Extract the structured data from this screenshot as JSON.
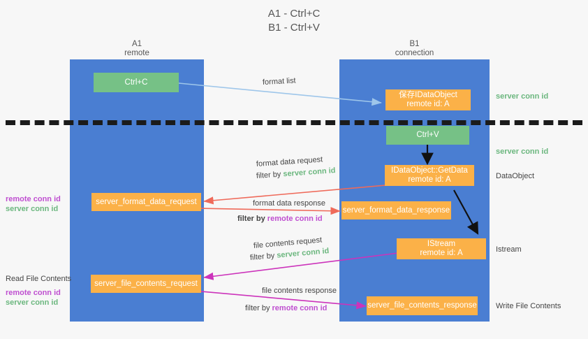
{
  "title": {
    "line1": "A1 - Ctrl+C",
    "line2": "B1 - Ctrl+V"
  },
  "lanes": [
    {
      "name": "A1",
      "subtitle": "remote",
      "color": "#4a7ed2"
    },
    {
      "name": "B1",
      "subtitle": "connection",
      "color": "#4a7ed2"
    }
  ],
  "colors": {
    "lane": "#4a7ed2",
    "green_box": "#76c186",
    "orange_box": "#fbb148",
    "green_text": "#6cb77f",
    "purple_text": "#bf4fd0",
    "arrow_blue": "#9ec6ea",
    "arrow_red": "#ef6a5a",
    "arrow_magenta": "#cc33bb",
    "arrow_black": "#111111",
    "divider": "#1b1b1b"
  },
  "boxes": {
    "ctrl_c": {
      "label": "Ctrl+C",
      "style": "green"
    },
    "save_idataobject": {
      "line1": "保存IDataObject",
      "line2": "remote id: A",
      "style": "orange"
    },
    "ctrl_v": {
      "label": "Ctrl+V",
      "style": "green"
    },
    "getdata": {
      "line1": "IDataObject::GetData",
      "line2": "remote id: A",
      "style": "orange"
    },
    "server_format_data_request": {
      "label": "server_format_data_request",
      "style": "orange"
    },
    "server_format_data_response": {
      "label": "server_format_data_response",
      "style": "orange"
    },
    "istream": {
      "line1": "IStream",
      "line2": "remote id: A",
      "style": "orange"
    },
    "server_file_contents_request": {
      "label": "server_file_contents_request",
      "style": "orange"
    },
    "server_file_contents_response": {
      "label": "server_file_contents_response",
      "style": "orange"
    }
  },
  "right_labels": {
    "server_conn_id_top": "server conn id",
    "server_conn_id_mid": "server conn id",
    "dataobject": "DataObject",
    "istream": "Istream",
    "write_file_contents": "Write File Contents"
  },
  "left_labels": {
    "remote_conn_id_1": "remote conn id",
    "server_conn_id_1": "server conn id",
    "read_file_contents": "Read File Contents",
    "remote_conn_id_2": "remote conn id",
    "server_conn_id_2": "server conn id"
  },
  "annotations": {
    "format_list": "format list",
    "format_data_request": "format data request",
    "format_data_request_filter_prefix": "filter by ",
    "format_data_request_filter_value": "server conn id",
    "format_data_response": "format data response",
    "format_data_response_filter_prefix": "filter by ",
    "format_data_response_filter_value": "remote conn id",
    "file_contents_request": "file contents request",
    "file_contents_request_filter_prefix": "filter by ",
    "file_contents_request_filter_value": "server conn id",
    "file_contents_response": "file contents response",
    "file_contents_response_filter_prefix": "filter by ",
    "file_contents_response_filter_value": "remote conn id"
  }
}
